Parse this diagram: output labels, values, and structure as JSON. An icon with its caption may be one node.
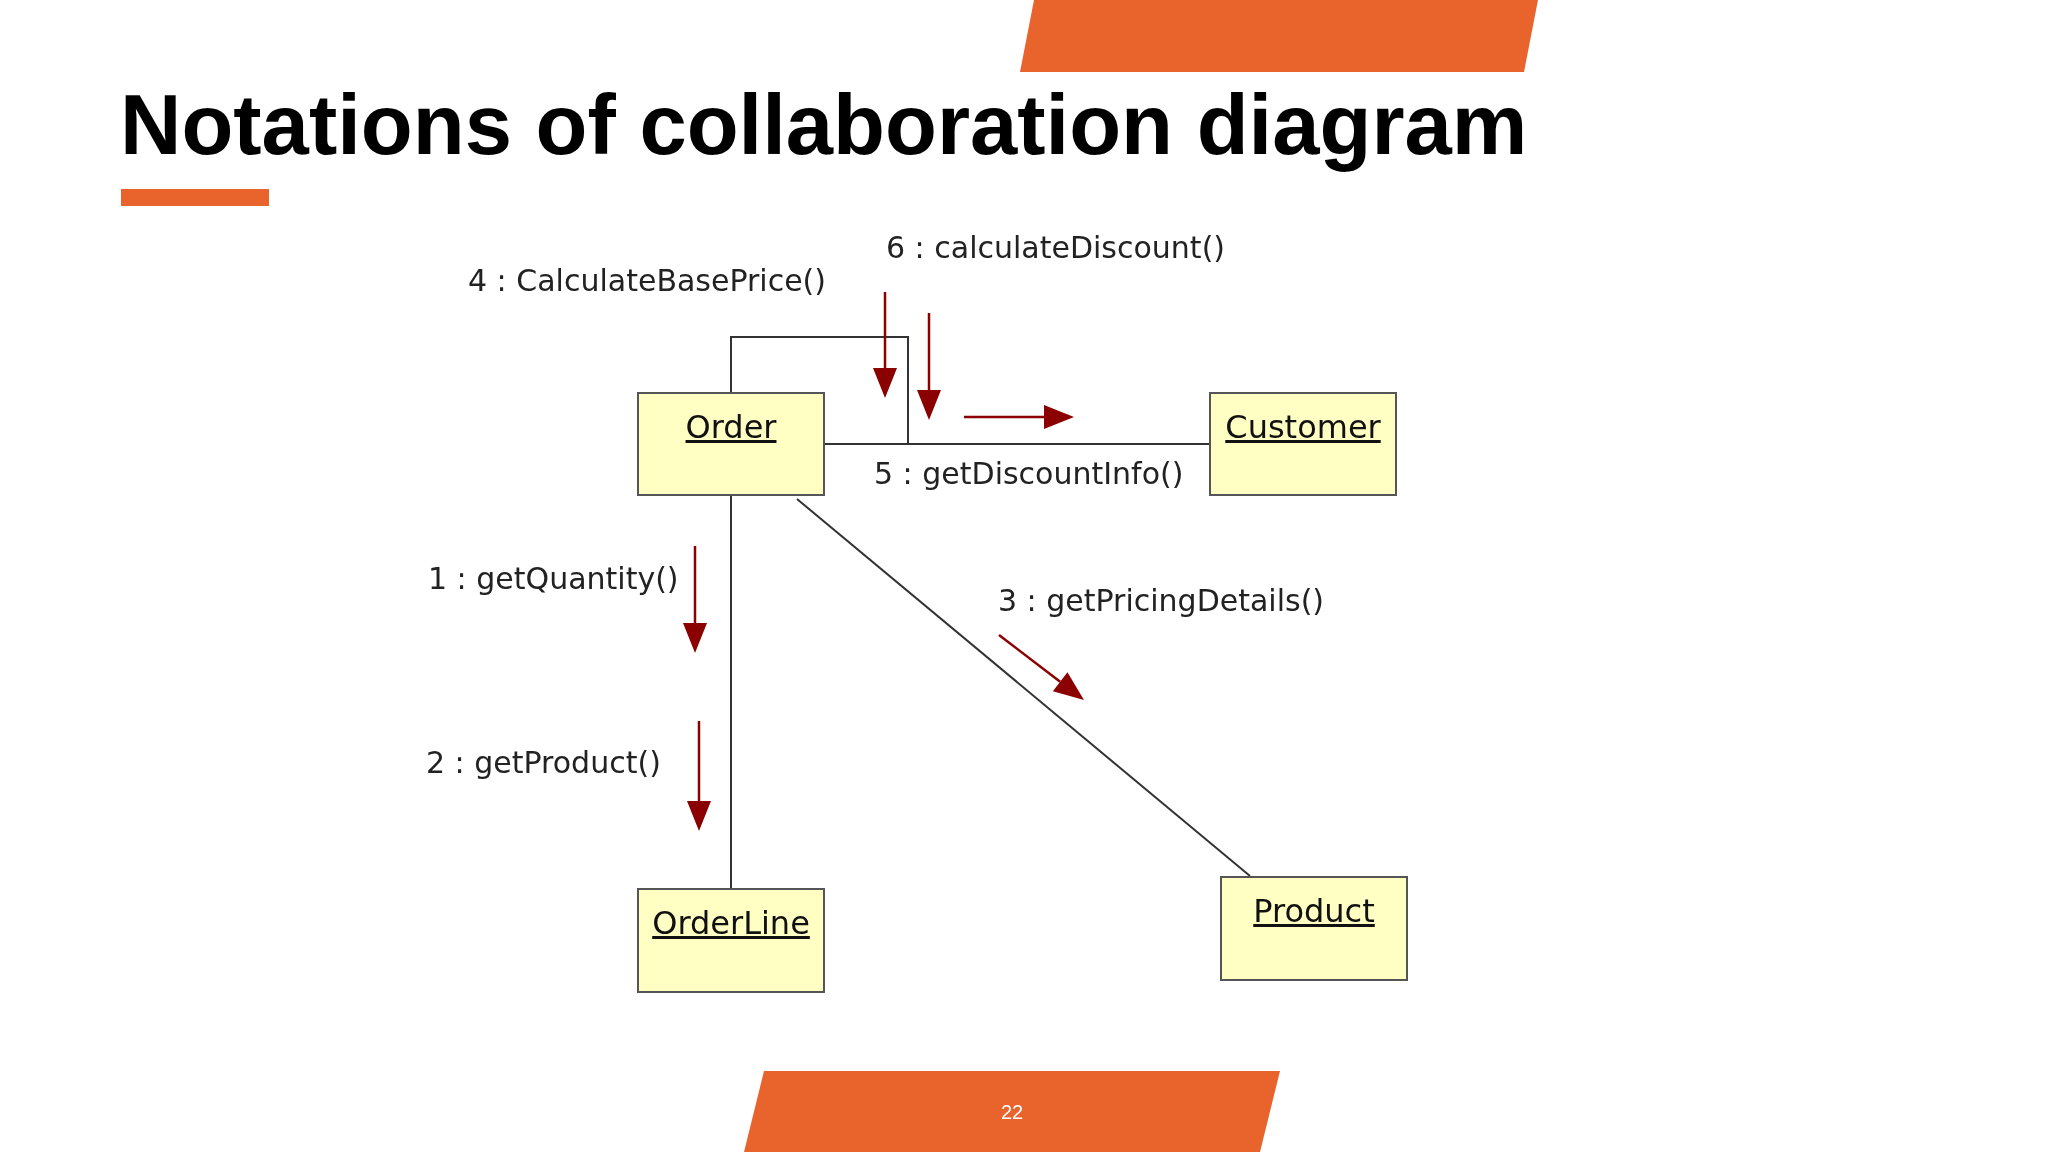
{
  "diagram": {
    "title": "Notations of collaboration diagram",
    "nodes": [
      {
        "text": [
          "Order"
        ]
      },
      {
        "text": [
          "Customer"
        ]
      },
      {
        "text": [
          "OrderLine"
        ]
      },
      {
        "text": [
          "Product"
        ]
      },
      {
        "text": [],
        "shape": "bar"
      },
      {
        "text": [],
        "shape": "bar"
      },
      {
        "text": [
          "22"
        ]
      }
    ],
    "edges": [
      {
        "from": 0,
        "to": 1,
        "arrow": "none"
      },
      {
        "from": 0,
        "to": 0,
        "arrow": "none"
      },
      {
        "from": 0,
        "to": 2,
        "arrow": "none"
      },
      {
        "from": 0,
        "to": 3,
        "arrow": "none"
      }
    ],
    "labels": [
      "6 : calculateDiscount()",
      "4 : CalculateBasePrice()",
      "5 : getDiscountInfo()",
      "1 : getQuantity()",
      "3 : getPricingDetails()",
      "2 : getProduct()"
    ]
  }
}
